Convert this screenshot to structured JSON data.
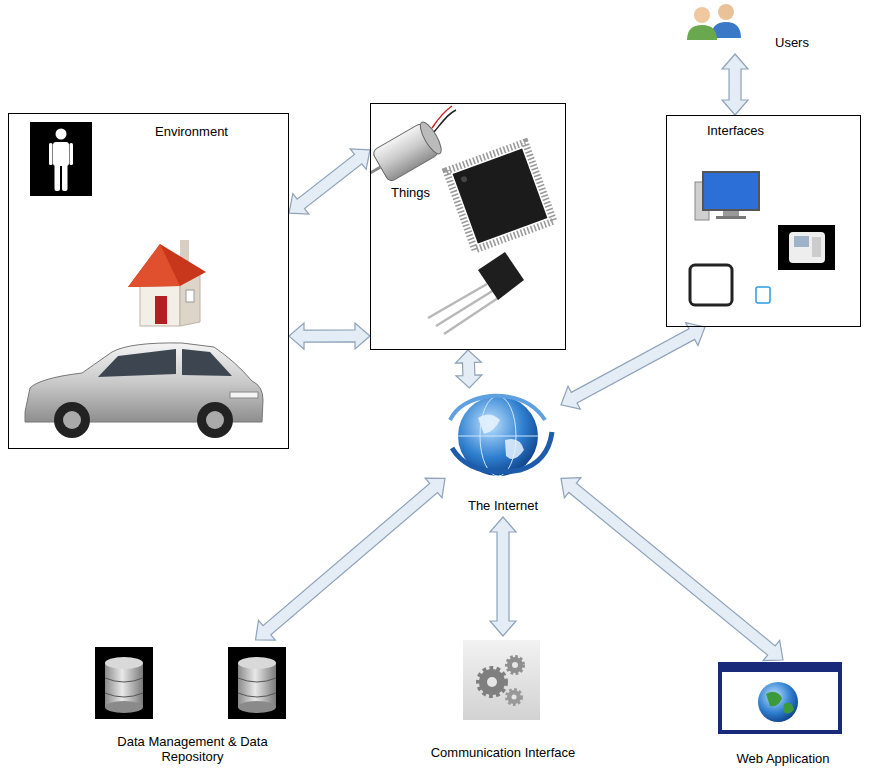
{
  "diagram": {
    "nodes": [
      {
        "text": [
          "Users"
        ]
      },
      {
        "text": [
          "Environment"
        ]
      },
      {
        "text": [
          "Things"
        ]
      },
      {
        "text": [
          "Interfaces"
        ]
      },
      {
        "text": [
          "The Internet"
        ]
      },
      {
        "text": [
          "Data Management & Data Repository"
        ]
      },
      {
        "text": [
          "Communication Interface"
        ]
      },
      {
        "text": [
          "Web Application"
        ]
      }
    ],
    "edges": [
      {
        "from": 0,
        "to": 3,
        "arrow": "both"
      },
      {
        "from": 1,
        "to": 2,
        "arrow": "both"
      },
      {
        "from": 1,
        "to": 2,
        "arrow": "both"
      },
      {
        "from": 2,
        "to": 4,
        "arrow": "both"
      },
      {
        "from": 3,
        "to": 4,
        "arrow": "both"
      },
      {
        "from": 4,
        "to": 5,
        "arrow": "both"
      },
      {
        "from": 4,
        "to": 6,
        "arrow": "both"
      },
      {
        "from": 4,
        "to": 7,
        "arrow": "both"
      }
    ]
  }
}
